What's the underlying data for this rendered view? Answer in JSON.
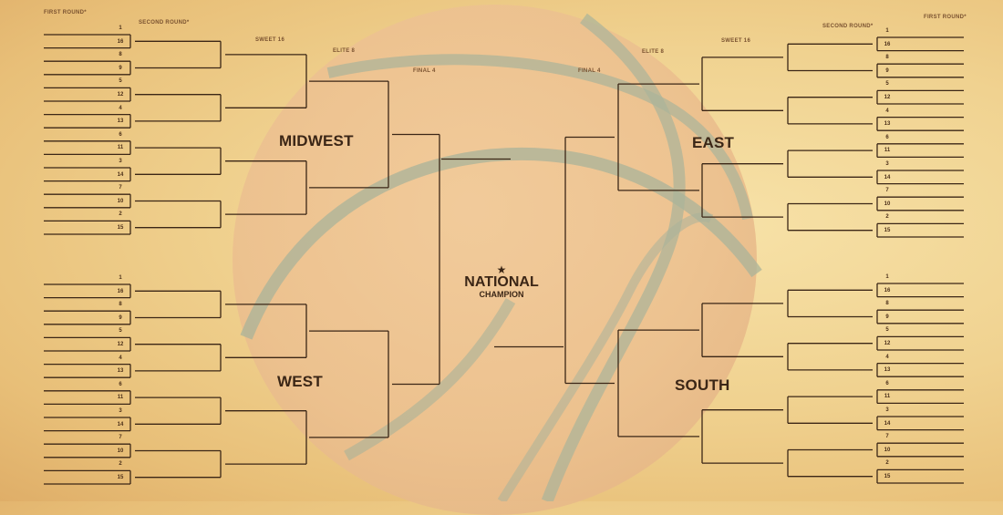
{
  "round_labels": {
    "left": {
      "first_round": "FIRST ROUND*",
      "second_round": "SECOND ROUND*",
      "sweet_16": "SWEET 16",
      "elite_8": "ELITE 8",
      "final_4": "FINAL 4"
    },
    "right": {
      "first_round": "FIRST ROUND*",
      "second_round": "SECOND ROUND*",
      "sweet_16": "SWEET 16",
      "elite_8": "ELITE 8",
      "final_4": "FINAL 4"
    }
  },
  "regions": {
    "top_left": "MIDWEST",
    "bottom_left": "WEST",
    "top_right": "EAST",
    "bottom_right": "SOUTH"
  },
  "champion": {
    "star": "★",
    "line1": "NATIONAL",
    "line2": "CHAMPION"
  },
  "seed_order": [
    "1",
    "16",
    "8",
    "9",
    "5",
    "12",
    "4",
    "13",
    "6",
    "11",
    "3",
    "14",
    "7",
    "10",
    "2",
    "15"
  ],
  "colors": {
    "line": "#3b2616",
    "paper": "#f0d290",
    "ball": "#ecc08f",
    "seam": "#a9b39a"
  }
}
